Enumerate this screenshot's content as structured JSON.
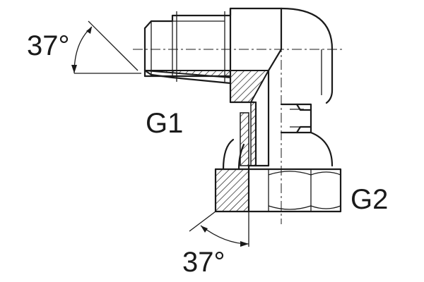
{
  "diagram": {
    "labels": {
      "angle_top": "37°",
      "angle_bottom": "37°",
      "port_1": "G1",
      "port_2": "G2"
    },
    "colors": {
      "line": "#1a1a1a",
      "background": "#ffffff"
    }
  }
}
